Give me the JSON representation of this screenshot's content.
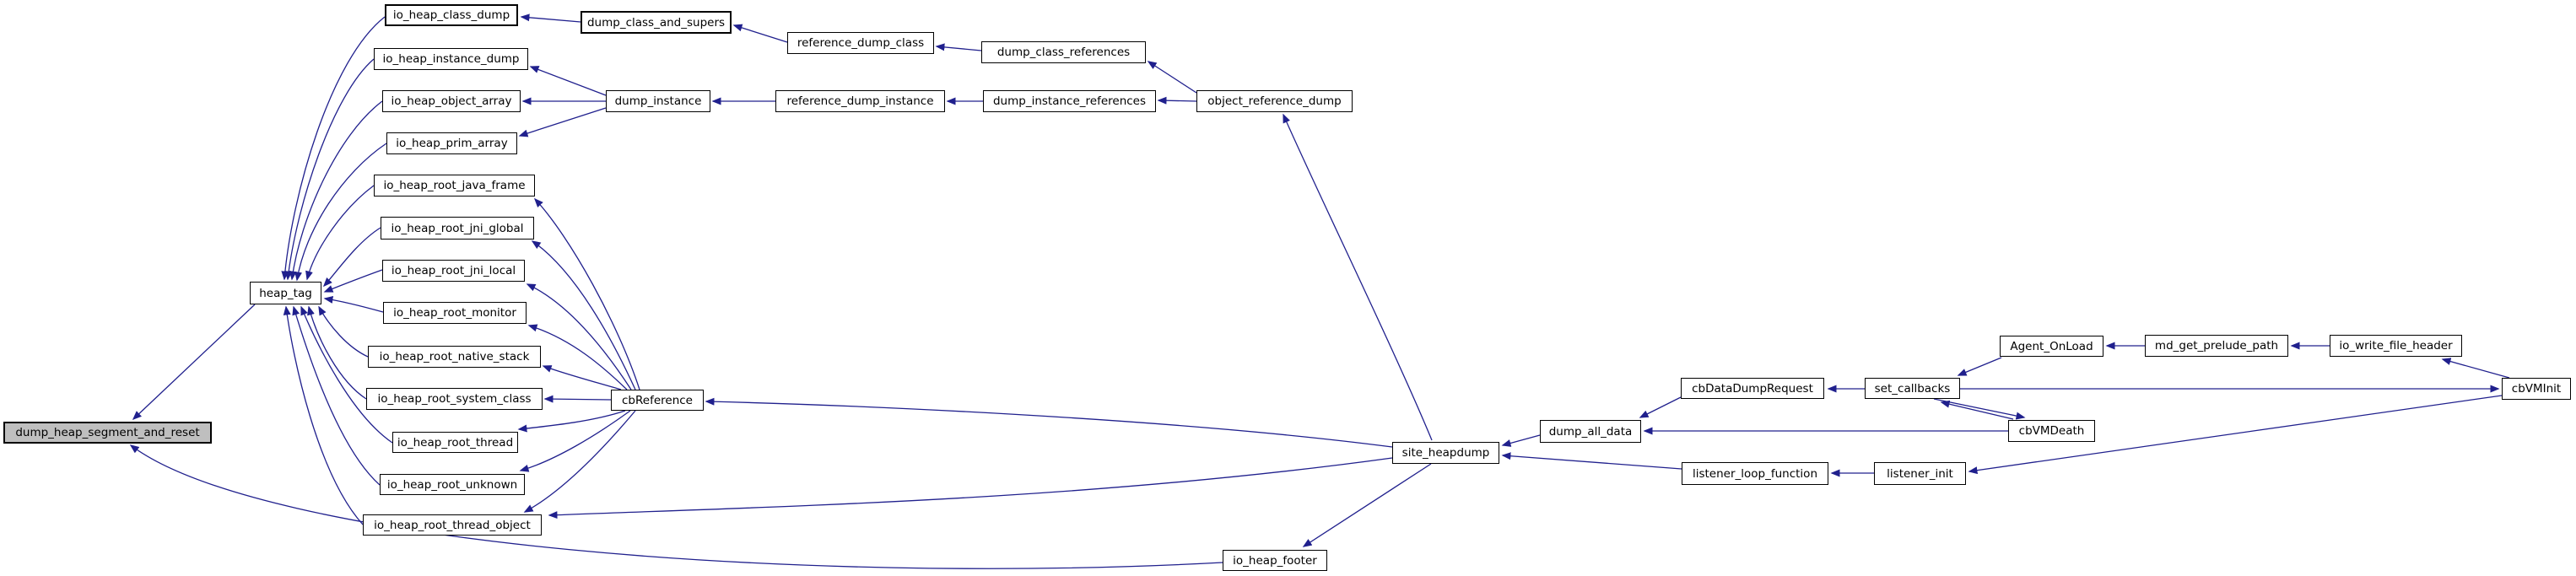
{
  "diagram": {
    "type": "call-graph",
    "edge_color": "#20208d",
    "node_border_color": "#000000",
    "node_fill": "#ffffff",
    "highlight_fill": "#bfbfbf",
    "highlighted_node": "dump_heap_segment_and_reset",
    "nodes": [
      {
        "id": "io_heap_class_dump",
        "label": "io_heap_class_dump",
        "highlighted": false,
        "bold": true
      },
      {
        "id": "dump_class_and_supers",
        "label": "dump_class_and_supers",
        "highlighted": false,
        "bold": true
      },
      {
        "id": "reference_dump_class",
        "label": "reference_dump_class",
        "highlighted": false,
        "bold": false
      },
      {
        "id": "dump_class_references",
        "label": "dump_class_references",
        "highlighted": false,
        "bold": false
      },
      {
        "id": "io_heap_instance_dump",
        "label": "io_heap_instance_dump",
        "highlighted": false,
        "bold": false
      },
      {
        "id": "io_heap_object_array",
        "label": "io_heap_object_array",
        "highlighted": false,
        "bold": false
      },
      {
        "id": "dump_instance",
        "label": "dump_instance",
        "highlighted": false,
        "bold": false
      },
      {
        "id": "reference_dump_instance",
        "label": "reference_dump_instance",
        "highlighted": false,
        "bold": false
      },
      {
        "id": "dump_instance_references",
        "label": "dump_instance_references",
        "highlighted": false,
        "bold": false
      },
      {
        "id": "object_reference_dump",
        "label": "object_reference_dump",
        "highlighted": false,
        "bold": false
      },
      {
        "id": "io_heap_prim_array",
        "label": "io_heap_prim_array",
        "highlighted": false,
        "bold": false
      },
      {
        "id": "io_heap_root_java_frame",
        "label": "io_heap_root_java_frame",
        "highlighted": false,
        "bold": false
      },
      {
        "id": "io_heap_root_jni_global",
        "label": "io_heap_root_jni_global",
        "highlighted": false,
        "bold": false
      },
      {
        "id": "io_heap_root_jni_local",
        "label": "io_heap_root_jni_local",
        "highlighted": false,
        "bold": false
      },
      {
        "id": "io_heap_root_monitor",
        "label": "io_heap_root_monitor",
        "highlighted": false,
        "bold": false
      },
      {
        "id": "io_heap_root_native_stack",
        "label": "io_heap_root_native_stack",
        "highlighted": false,
        "bold": false
      },
      {
        "id": "io_heap_root_system_class",
        "label": "io_heap_root_system_class",
        "highlighted": false,
        "bold": false
      },
      {
        "id": "io_heap_root_thread",
        "label": "io_heap_root_thread",
        "highlighted": false,
        "bold": false
      },
      {
        "id": "io_heap_root_unknown",
        "label": "io_heap_root_unknown",
        "highlighted": false,
        "bold": false
      },
      {
        "id": "io_heap_root_thread_object",
        "label": "io_heap_root_thread_object",
        "highlighted": false,
        "bold": false
      },
      {
        "id": "heap_tag",
        "label": "heap_tag",
        "highlighted": false,
        "bold": false
      },
      {
        "id": "dump_heap_segment_and_reset",
        "label": "dump_heap_segment_and_reset",
        "highlighted": true,
        "bold": false
      },
      {
        "id": "io_heap_footer",
        "label": "io_heap_footer",
        "highlighted": false,
        "bold": false
      },
      {
        "id": "cbReference",
        "label": "cbReference",
        "highlighted": false,
        "bold": false
      },
      {
        "id": "site_heapdump",
        "label": "site_heapdump",
        "highlighted": false,
        "bold": false
      },
      {
        "id": "dump_all_data",
        "label": "dump_all_data",
        "highlighted": false,
        "bold": false
      },
      {
        "id": "listener_loop_function",
        "label": "listener_loop_function",
        "highlighted": false,
        "bold": false
      },
      {
        "id": "listener_init",
        "label": "listener_init",
        "highlighted": false,
        "bold": false
      },
      {
        "id": "cbDataDumpRequest",
        "label": "cbDataDumpRequest",
        "highlighted": false,
        "bold": false
      },
      {
        "id": "set_callbacks",
        "label": "set_callbacks",
        "highlighted": false,
        "bold": false
      },
      {
        "id": "Agent_OnLoad",
        "label": "Agent_OnLoad",
        "highlighted": false,
        "bold": false
      },
      {
        "id": "md_get_prelude_path",
        "label": "md_get_prelude_path",
        "highlighted": false,
        "bold": false
      },
      {
        "id": "io_write_file_header",
        "label": "io_write_file_header",
        "highlighted": false,
        "bold": false
      },
      {
        "id": "cbVMInit",
        "label": "cbVMInit",
        "highlighted": false,
        "bold": false
      },
      {
        "id": "cbVMDeath",
        "label": "cbVMDeath",
        "highlighted": false,
        "bold": false
      }
    ],
    "edges": [
      {
        "from": "io_heap_class_dump",
        "to": "heap_tag"
      },
      {
        "from": "io_heap_instance_dump",
        "to": "heap_tag"
      },
      {
        "from": "io_heap_object_array",
        "to": "heap_tag"
      },
      {
        "from": "io_heap_prim_array",
        "to": "heap_tag"
      },
      {
        "from": "io_heap_root_java_frame",
        "to": "heap_tag"
      },
      {
        "from": "io_heap_root_jni_global",
        "to": "heap_tag"
      },
      {
        "from": "io_heap_root_jni_local",
        "to": "heap_tag"
      },
      {
        "from": "io_heap_root_monitor",
        "to": "heap_tag"
      },
      {
        "from": "io_heap_root_native_stack",
        "to": "heap_tag"
      },
      {
        "from": "io_heap_root_system_class",
        "to": "heap_tag"
      },
      {
        "from": "io_heap_root_thread",
        "to": "heap_tag"
      },
      {
        "from": "io_heap_root_unknown",
        "to": "heap_tag"
      },
      {
        "from": "io_heap_root_thread_object",
        "to": "heap_tag"
      },
      {
        "from": "heap_tag",
        "to": "dump_heap_segment_and_reset"
      },
      {
        "from": "io_heap_footer",
        "to": "dump_heap_segment_and_reset"
      },
      {
        "from": "dump_class_and_supers",
        "to": "io_heap_class_dump"
      },
      {
        "from": "reference_dump_class",
        "to": "dump_class_and_supers"
      },
      {
        "from": "dump_class_references",
        "to": "reference_dump_class"
      },
      {
        "from": "object_reference_dump",
        "to": "dump_class_references"
      },
      {
        "from": "dump_instance",
        "to": "io_heap_instance_dump"
      },
      {
        "from": "dump_instance",
        "to": "io_heap_object_array"
      },
      {
        "from": "dump_instance",
        "to": "io_heap_prim_array"
      },
      {
        "from": "reference_dump_instance",
        "to": "dump_instance"
      },
      {
        "from": "dump_instance_references",
        "to": "reference_dump_instance"
      },
      {
        "from": "object_reference_dump",
        "to": "dump_instance_references"
      },
      {
        "from": "site_heapdump",
        "to": "object_reference_dump"
      },
      {
        "from": "cbReference",
        "to": "io_heap_root_java_frame"
      },
      {
        "from": "cbReference",
        "to": "io_heap_root_jni_global"
      },
      {
        "from": "cbReference",
        "to": "io_heap_root_jni_local"
      },
      {
        "from": "cbReference",
        "to": "io_heap_root_monitor"
      },
      {
        "from": "cbReference",
        "to": "io_heap_root_native_stack"
      },
      {
        "from": "cbReference",
        "to": "io_heap_root_system_class"
      },
      {
        "from": "cbReference",
        "to": "io_heap_root_thread"
      },
      {
        "from": "cbReference",
        "to": "io_heap_root_unknown"
      },
      {
        "from": "cbReference",
        "to": "io_heap_root_thread_object"
      },
      {
        "from": "site_heapdump",
        "to": "cbReference"
      },
      {
        "from": "site_heapdump",
        "to": "io_heap_root_thread_object"
      },
      {
        "from": "site_heapdump",
        "to": "io_heap_footer"
      },
      {
        "from": "dump_all_data",
        "to": "site_heapdump"
      },
      {
        "from": "listener_loop_function",
        "to": "site_heapdump"
      },
      {
        "from": "cbDataDumpRequest",
        "to": "dump_all_data"
      },
      {
        "from": "cbVMDeath",
        "to": "dump_all_data"
      },
      {
        "from": "set_callbacks",
        "to": "cbDataDumpRequest"
      },
      {
        "from": "Agent_OnLoad",
        "to": "set_callbacks"
      },
      {
        "from": "set_callbacks",
        "to": "cbVMDeath"
      },
      {
        "from": "cbVMDeath",
        "to": "set_callbacks"
      },
      {
        "from": "set_callbacks",
        "to": "cbVMInit"
      },
      {
        "from": "cbVMInit",
        "to": "io_write_file_header"
      },
      {
        "from": "cbVMInit",
        "to": "listener_init"
      },
      {
        "from": "md_get_prelude_path",
        "to": "Agent_OnLoad"
      },
      {
        "from": "io_write_file_header",
        "to": "md_get_prelude_path"
      },
      {
        "from": "listener_init",
        "to": "listener_loop_function"
      }
    ]
  }
}
